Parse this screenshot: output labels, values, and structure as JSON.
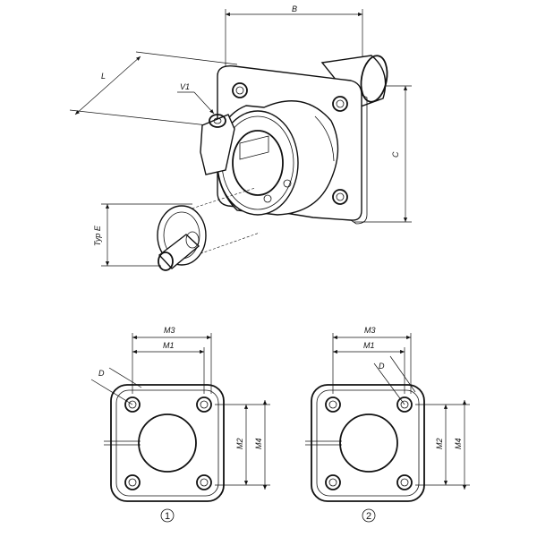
{
  "iso_view": {
    "dims": {
      "B": "B",
      "L": "L",
      "V1": "V1",
      "C": "C",
      "typ_e": "Typ E"
    }
  },
  "variants": [
    {
      "number": "1",
      "dims": {
        "M3": "M3",
        "M1": "M1",
        "D": "D",
        "M2": "M2",
        "M4": "M4"
      }
    },
    {
      "number": "2",
      "dims": {
        "M3": "M3",
        "M1": "M1",
        "D": "D",
        "M2": "M2",
        "M4": "M4"
      }
    }
  ]
}
